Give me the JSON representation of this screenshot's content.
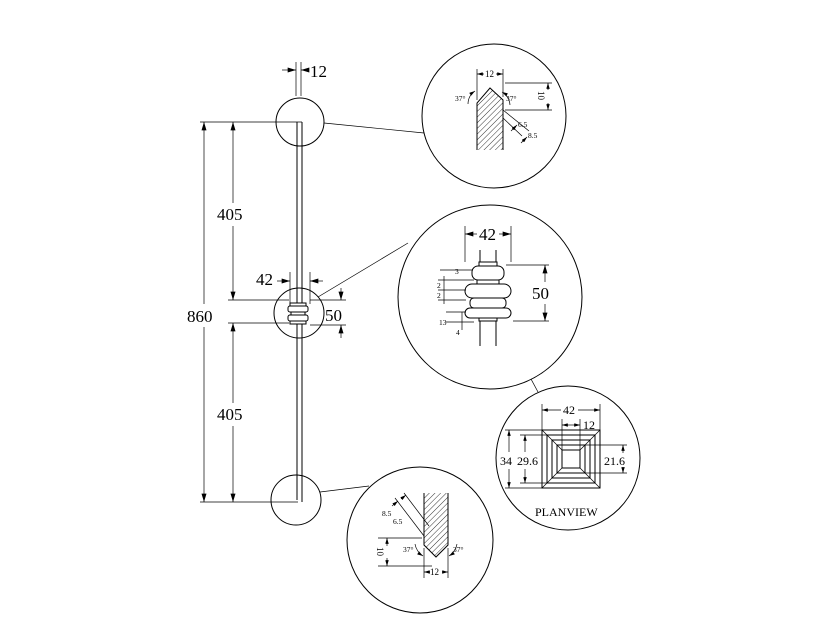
{
  "colors": {
    "line": "#000000",
    "background": "#ffffff"
  },
  "main_view": {
    "top_width": "12",
    "overall_height": "860",
    "upper_spacing": "405",
    "lower_spacing": "405",
    "collar_width": "42",
    "collar_height": "50"
  },
  "top_detail": {
    "width": "12",
    "angle_left": "37°",
    "angle_right": "37°",
    "height": "10",
    "dim_a": "6.5",
    "dim_b": "8.5"
  },
  "collar_detail": {
    "width": "42",
    "height": "50",
    "dim_3": "3",
    "dim_2a": "2",
    "dim_2b": "2",
    "dim_13": "13",
    "dim_4": "4"
  },
  "plan_view": {
    "title": "PLANVIEW",
    "outer_width": "42",
    "inner_width": "12",
    "outer_height": "34",
    "mid_height": "29.6",
    "inner_height": "21.6"
  },
  "bottom_detail": {
    "dim_b": "8.5",
    "dim_a": "6.5",
    "height": "10",
    "angle_left": "37°",
    "angle_right": "37°",
    "width": "12"
  }
}
